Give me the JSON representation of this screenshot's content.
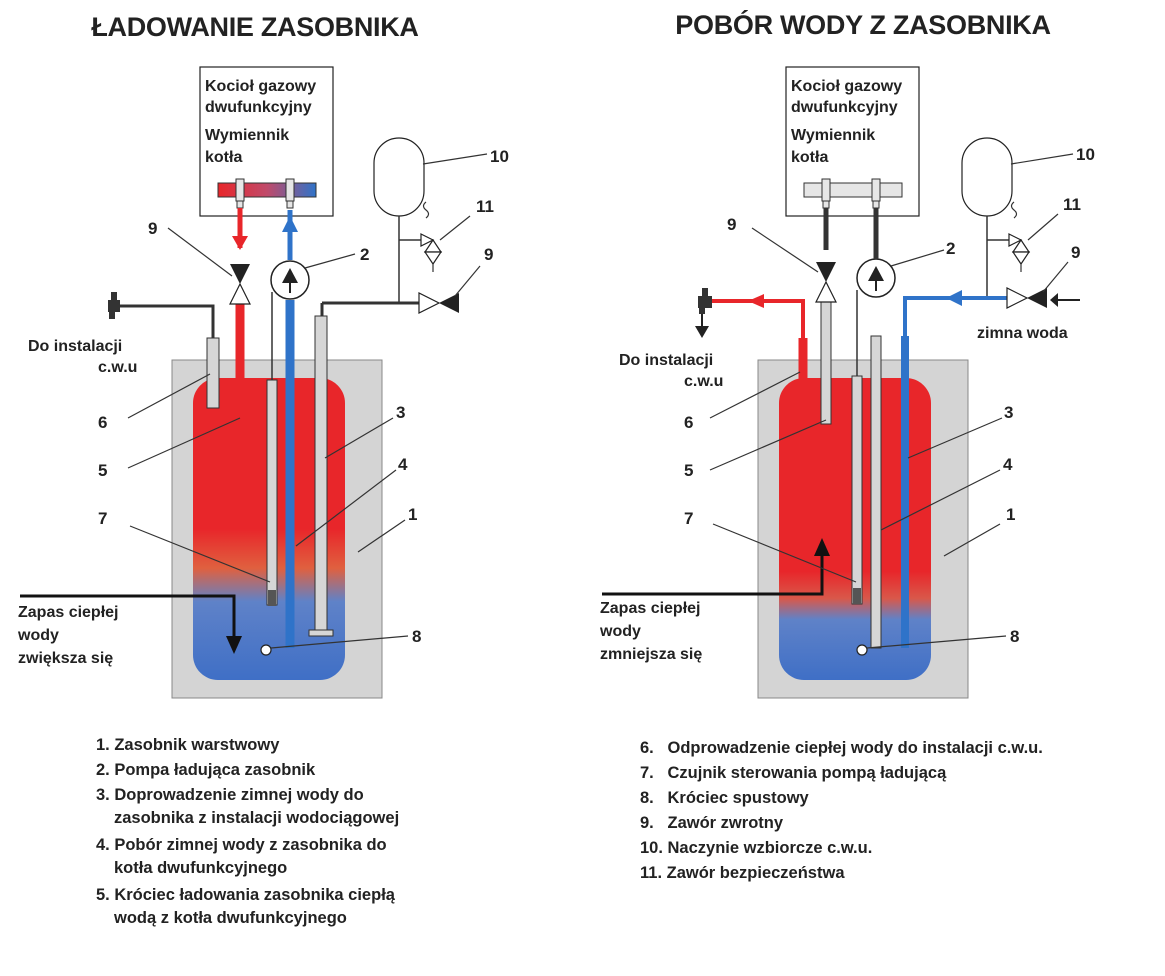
{
  "left": {
    "title": "ŁADOWANIE ZASOBNIKA",
    "boiler_lines": [
      "Kocioł gazowy",
      "dwufunkcyjny",
      "Wymiennik",
      "kotła"
    ],
    "dhw_lines": [
      "Do instalacji",
      "c.w.u"
    ],
    "reserve_lines": [
      "Zapas ciepłej",
      "wody",
      "zwiększa się"
    ]
  },
  "right": {
    "title": "POBÓR WODY Z ZASOBNIKA",
    "boiler_lines": [
      "Kocioł gazowy",
      "dwufunkcyjny",
      "Wymiennik",
      "kotła"
    ],
    "dhw_lines": [
      "Do instalacji",
      "c.w.u"
    ],
    "cold_label": "zimna woda",
    "reserve_lines": [
      "Zapas ciepłej",
      "wody",
      "zmniejsza się"
    ]
  },
  "numbers": [
    "1",
    "2",
    "3",
    "4",
    "5",
    "6",
    "7",
    "8",
    "9",
    "10",
    "11"
  ],
  "legend_left": [
    "1. Zasobnik warstwowy",
    "2. Pompa ładująca zasobnik",
    "3. Doprowadzenie zimnej wody do",
    "zasobnika z instalacji wodociągowej",
    "4. Pobór zimnej wody z zasobnika do",
    "kotła dwufunkcyjnego",
    "5. Króciec ładowania zasobnika ciepłą",
    "wodą z kotła dwufunkcyjnego"
  ],
  "legend_right": [
    "6.   Odprowadzenie ciepłej wody do instalacji c.w.u.",
    "7.   Czujnik sterowania pompą ładującą",
    "8.   Króciec spustowy",
    "9.   Zawór zwrotny",
    "10. Naczynie wzbiorcze c.w.u.",
    "11. Zawór bezpieczeństwa"
  ],
  "colors": {
    "hot": "#e8262a",
    "cold": "#2f73c9",
    "tank_shell": "#d4d4d4",
    "pipe": "#333333"
  }
}
